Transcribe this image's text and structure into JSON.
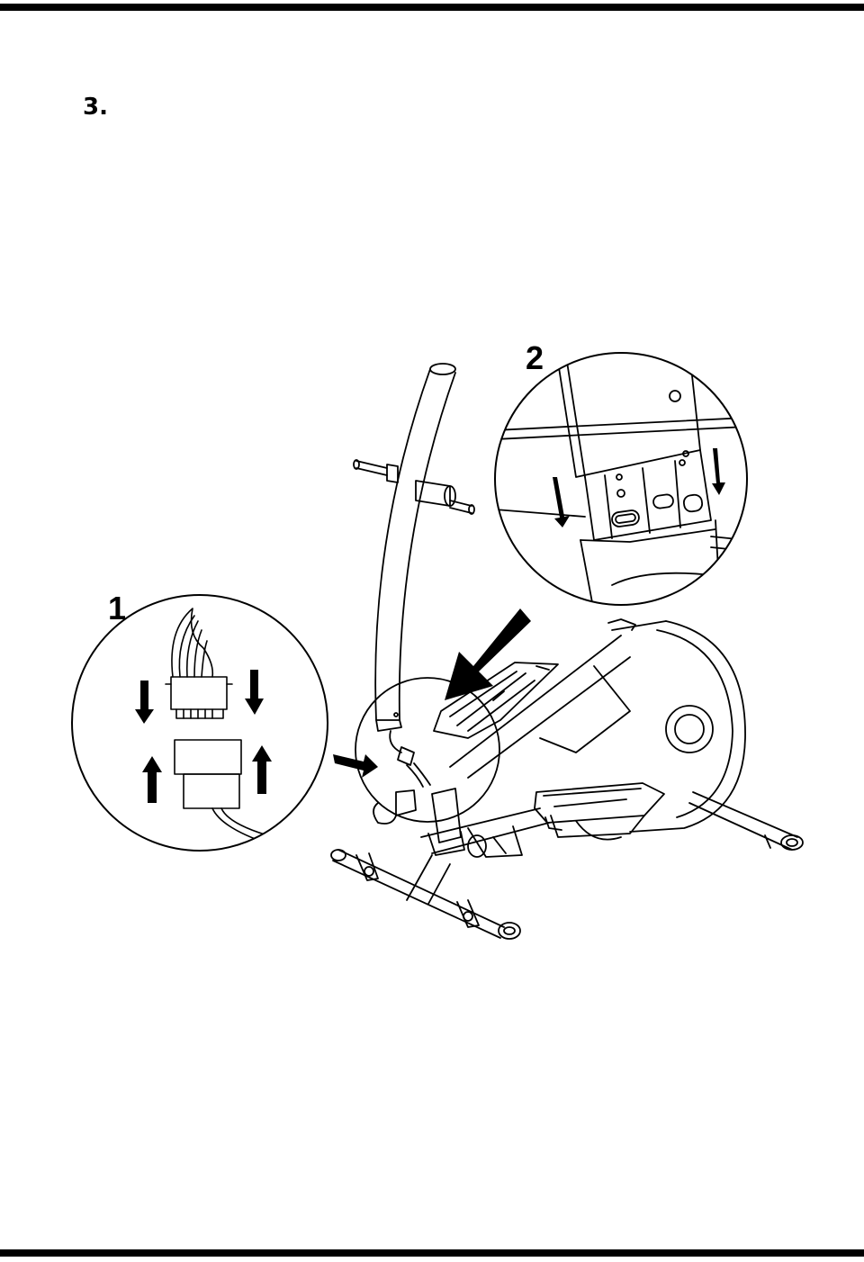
{
  "step": {
    "number": "3."
  },
  "callouts": [
    {
      "id": "detail-1",
      "label": "1"
    },
    {
      "id": "detail-2",
      "label": "2"
    }
  ],
  "colors": {
    "ink": "#000000",
    "paper": "#ffffff"
  }
}
